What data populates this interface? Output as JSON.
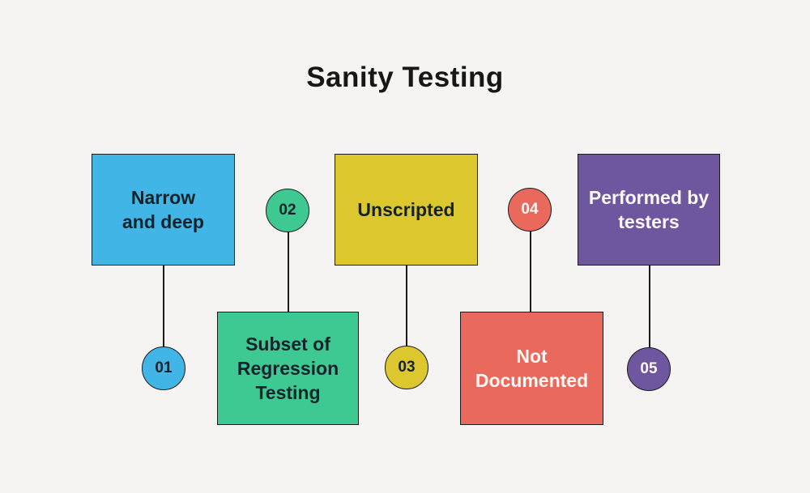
{
  "title": "Sanity Testing",
  "diagram": {
    "background": "#f5f4f2",
    "border_color": "#1c1c1c",
    "nodes": [
      {
        "number": "01",
        "label": "Narrow\nand deep",
        "color": "#41b5e5",
        "text_color": "#13222b"
      },
      {
        "number": "02",
        "label": "Subset of\nRegression\nTesting",
        "color": "#3fc992",
        "text_color": "#13222b"
      },
      {
        "number": "03",
        "label": "Unscripted",
        "color": "#dcc72e",
        "text_color": "#13222b"
      },
      {
        "number": "04",
        "label": "Not\nDocumented",
        "color": "#e96a5c",
        "text_color": "#fbf8f5"
      },
      {
        "number": "05",
        "label": "Performed by\ntesters",
        "color": "#6e579f",
        "text_color": "#fbf8f5"
      }
    ]
  }
}
